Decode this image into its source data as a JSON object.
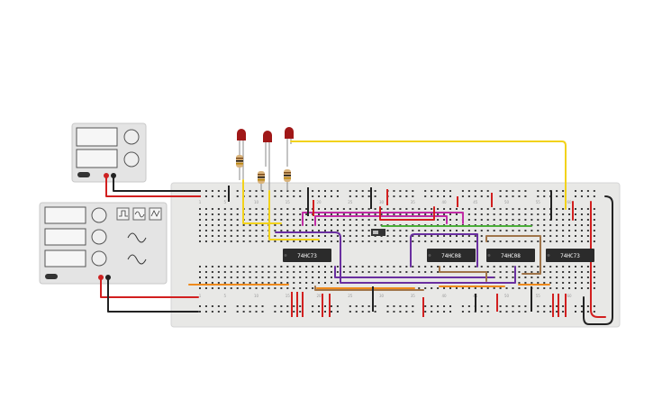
{
  "chips": [
    {
      "label": "74HC73"
    },
    {
      "label": "74HC08"
    },
    {
      "label": "74HC08"
    },
    {
      "label": "74HC73"
    }
  ],
  "breadboard": {
    "column_numbers": [
      "1",
      "5",
      "10",
      "15",
      "20",
      "25",
      "30",
      "35",
      "40",
      "45",
      "50",
      "55",
      "60"
    ]
  },
  "led_count": 3,
  "colors": {
    "board": "#e8e8e6",
    "wire_red": "#d21f1f",
    "wire_black": "#222222",
    "wire_yellow": "#f2d21a",
    "wire_magenta": "#c02ca5",
    "wire_purple": "#6a2fa0",
    "wire_brown": "#a0754a",
    "wire_orange": "#ee8a1c",
    "wire_green": "#4caf3a",
    "led": "#a01818",
    "chip": "#2b2b2b"
  }
}
